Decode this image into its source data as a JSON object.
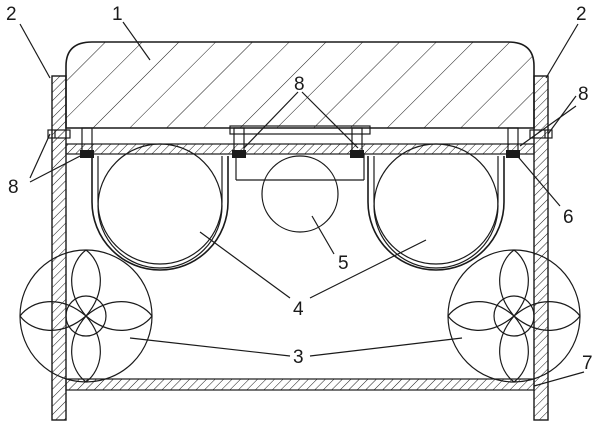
{
  "labels": {
    "l1": "1",
    "l2_left": "2",
    "l2_right": "2",
    "l3": "3",
    "l4": "4",
    "l5": "5",
    "l6": "6",
    "l7": "7",
    "l8_left": "8",
    "l8_top": "8",
    "l8_right": "8"
  }
}
